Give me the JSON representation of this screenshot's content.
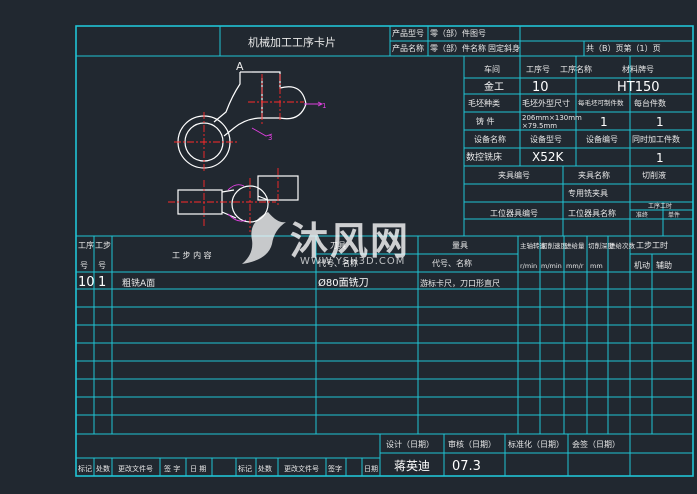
{
  "card": {
    "title": "机械加工工序卡片",
    "product_model_label": "产品型号",
    "product_name_label": "产品名称",
    "part_drawing_label": "零（部）件图号",
    "part_name_label": "零（部）件名称",
    "part_name_value": "固定斜身",
    "pages_text": "共（B）页第（1）页"
  },
  "header": {
    "workshop_label": "车间",
    "workshop_value": "金工",
    "process_no_label": "工序号",
    "process_no_value": "10",
    "process_name_label": "工序名称",
    "material_label": "材料牌号",
    "material_value": "HT150",
    "blank_type_label": "毛坯种类",
    "blank_type_value": "铸 件",
    "blank_size_label": "毛坯外型尺寸",
    "blank_size_value_1": "206mm×130mm",
    "blank_size_value_2": "×79.5mm",
    "parts_per_blank_label": "每毛坯可制件数",
    "parts_per_blank_value": "1",
    "parts_per_unit_label": "每台件数",
    "parts_per_unit_value": "1",
    "equipment_name_label": "设备名称",
    "equipment_name_value": "数控铣床",
    "equipment_model_label": "设备型号",
    "equipment_model_value": "X52K",
    "equipment_no_label": "设备编号",
    "simultaneous_label": "同时加工件数",
    "simultaneous_value": "1",
    "fixture_no_label": "夹具编号",
    "fixture_name_label": "夹具名称",
    "fixture_name_value": "专用铣夹具",
    "coolant_label": "切削液",
    "station_tool_no_label": "工位器具编号",
    "station_tool_name_label": "工位器具名称",
    "time_label": "工序工时",
    "time_quasi": "准终",
    "time_unit": "单件"
  },
  "drawing": {
    "datum_label": "A",
    "dim_label_1": "1",
    "dim_label_2": "3"
  },
  "steps_header": {
    "step_no_label_1": "工序",
    "step_no_label_2": "号",
    "sub_no_label_1": "工步",
    "sub_no_label_2": "号",
    "content_label": "工  步  内  容",
    "cutter_label": "刀具",
    "cutter_sub": "代号、名称",
    "gauge_label": "量具",
    "gauge_sub": "代号、名称",
    "spindle_label": "主轴转速",
    "spindle_unit": "r/min",
    "cut_speed_label": "切削速度",
    "cut_speed_unit": "m/min",
    "feed_label": "进给量",
    "feed_unit": "mm/r",
    "depth_label": "切削深度",
    "depth_unit": "mm",
    "passes_label": "进给次数",
    "step_time_label": "工步工时",
    "machine_time": "机动",
    "aux_time": "辅助"
  },
  "steps": [
    {
      "step_no": "10",
      "sub_no": "1",
      "content": "粗铣A面",
      "cutter": "Ø80面铣刀",
      "gauge": "游标卡尺，刀口形直尺"
    }
  ],
  "footer": {
    "design_label": "设计（日期）",
    "review_label": "审核（日期）",
    "standard_label": "标准化（日期）",
    "countersign_label": "会签（日期）",
    "designer_name": "蒋英迪",
    "date_value": "07.3",
    "mark_label": "标记",
    "count_label": "处数",
    "change_doc_label": "更改文件号",
    "sign_label": "签 字",
    "date_label": "日 期",
    "mark_label_2": "标记",
    "count_label_2": "处数",
    "change_doc_label_2": "更改文件号",
    "sign_label_2": "签字",
    "date_label_2": "日期"
  },
  "watermark": {
    "text": "沐风网",
    "url": "WWW.YSH3D.COM"
  },
  "colors": {
    "background": "#212830",
    "frame": "#20c4d4",
    "outline": "#ffffff",
    "centerline": "#ff2a2a",
    "dimension": "#e040e0"
  }
}
